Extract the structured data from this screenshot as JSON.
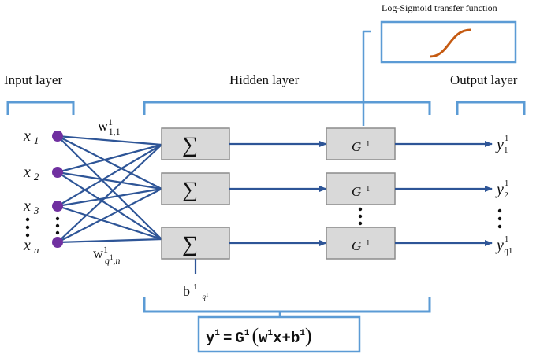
{
  "layers": {
    "input": "Input layer",
    "hidden": "Hidden layer",
    "output": "Output layer"
  },
  "transfer_function": "Log-Sigmoid transfer function",
  "inputs": [
    {
      "base": "x",
      "sub": "1"
    },
    {
      "base": "x",
      "sub": "2"
    },
    {
      "base": "x",
      "sub": "3"
    },
    {
      "base": "x",
      "sub": "n"
    }
  ],
  "weights": {
    "top": {
      "base": "w",
      "sup": "1",
      "sub": "1,1"
    },
    "bottom": {
      "base": "w",
      "sup": "1",
      "sub_a": "q",
      "sub_sup": "1",
      "sub_b": ",n"
    }
  },
  "sum_symbol": "∑",
  "activation": {
    "base": "G",
    "sup": "1"
  },
  "bias": {
    "base": "b",
    "sup": "1",
    "sub": "q",
    "sub_sup": "1"
  },
  "outputs": [
    {
      "base": "y",
      "sup": "1",
      "sub": "1"
    },
    {
      "base": "y",
      "sup": "1",
      "sub": "2"
    },
    {
      "base": "y",
      "sup": "1",
      "sub": "q1"
    }
  ],
  "formula": {
    "lhs": "y",
    "lhs_sup": "1",
    "eq": "=",
    "fn": "G",
    "fn_sup": "1",
    "w": "w",
    "w_sup": "1",
    "x": "x",
    "plus": "+",
    "b": "b",
    "b_sup": "1"
  },
  "colors": {
    "line": "#2e5597",
    "bracket": "#5b9bd5",
    "node": "#7030a0",
    "box_fill": "#d9d9d9",
    "box_stroke": "#8c8c8c",
    "curve": "#c55a11"
  }
}
